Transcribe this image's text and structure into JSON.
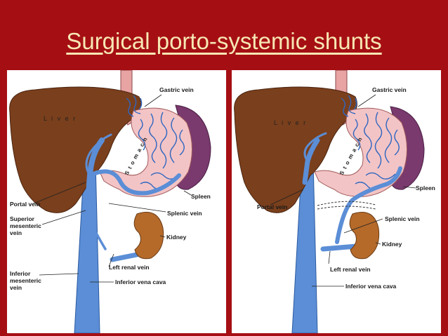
{
  "title": "Surgical porto-systemic shunts",
  "colors": {
    "background": "#a50f14",
    "title": "#f7e7b3",
    "vein": "#5b8ed6",
    "liver": "#7a3f1c",
    "stomach": "#f3c4c6",
    "spleen": "#7a3a6e",
    "kidney": "#b56a2a",
    "esophagus": "#e8a3a3"
  },
  "left_panel": {
    "liver": "L i v e r",
    "stomach": "S t o m a c h",
    "labels": {
      "gastric_vein": "Gastric vein",
      "spleen": "Spleen",
      "portal_vein": "Portal vein",
      "splenic_vein": "Splenic vein",
      "superior_mesenteric_1": "Superior",
      "superior_mesenteric_2": "mesenteric",
      "superior_mesenteric_3": "vein",
      "kidney": "Kidney",
      "left_renal_vein": "Left renal vein",
      "inferior_mesenteric_1": "Inferior",
      "inferior_mesenteric_2": "mesenteric",
      "inferior_mesenteric_3": "vein",
      "inferior_vena_cava": "Inferior  vena cava"
    }
  },
  "right_panel": {
    "liver": "L i v e r",
    "stomach": "S t o m a c h",
    "labels": {
      "gastric_vein": "Gastric vein",
      "spleen": "Spleen",
      "portal_vein": "Portal vein",
      "splenic_vein": "Splenic vein",
      "kidney": "Kidney",
      "left_renal_vein": "Left renal vein",
      "inferior_vena_cava": "Inferior  vena cava"
    }
  }
}
